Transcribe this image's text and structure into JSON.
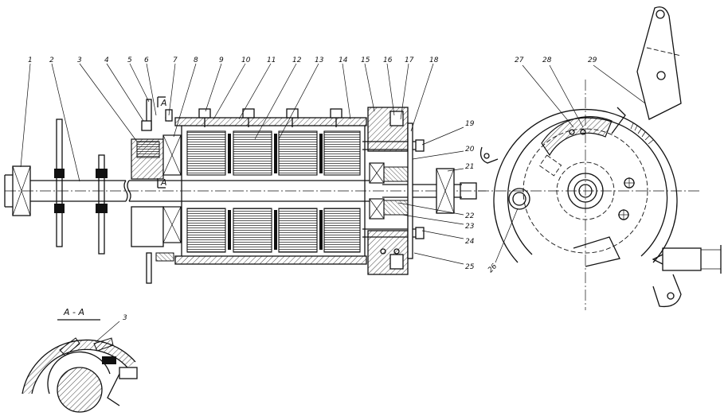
{
  "drawing": {
    "callouts": [
      "1",
      "2",
      "3",
      "4",
      "5",
      "6",
      "7",
      "8",
      "9",
      "10",
      "11",
      "12",
      "13",
      "14",
      "15",
      "16",
      "17",
      "18",
      "19",
      "20",
      "21",
      "22",
      "23",
      "24",
      "25",
      "26",
      "27",
      "28",
      "29"
    ],
    "section_mark": "A",
    "section_title": "A - A",
    "section_callout": "3"
  }
}
